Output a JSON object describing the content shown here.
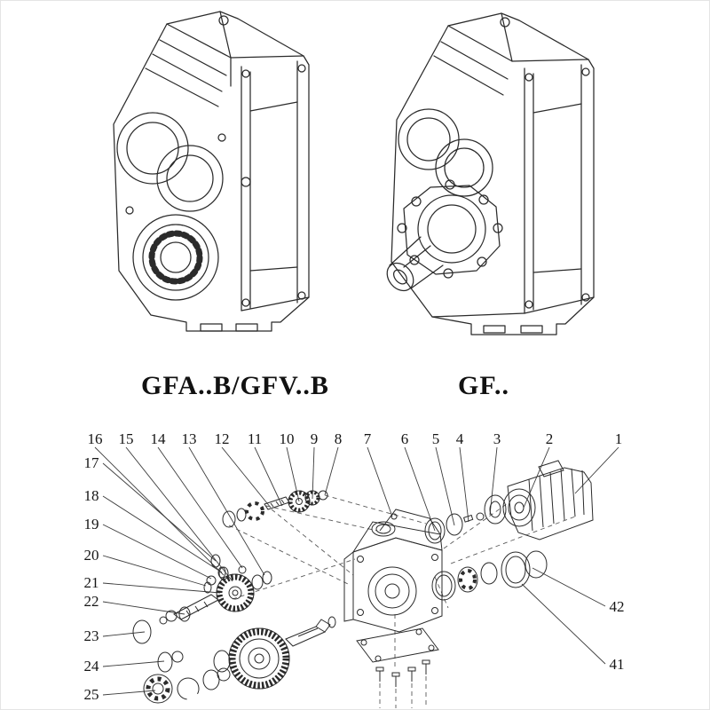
{
  "colors": {
    "line": "#2b2b2b",
    "label": "#111111",
    "leader": "#3c3c3c",
    "background": "#ffffff"
  },
  "products": {
    "left_label": "GFA..B/GFV..B",
    "right_label": "GF.."
  },
  "exploded": {
    "top": [
      "16",
      "15",
      "14",
      "13",
      "12",
      "11",
      "10",
      "9",
      "8",
      "7",
      "6",
      "5",
      "4",
      "3",
      "2",
      "1"
    ],
    "left": [
      "17",
      "18",
      "19",
      "20",
      "21",
      "22",
      "23",
      "24",
      "25"
    ],
    "right": [
      "42",
      "41"
    ]
  }
}
